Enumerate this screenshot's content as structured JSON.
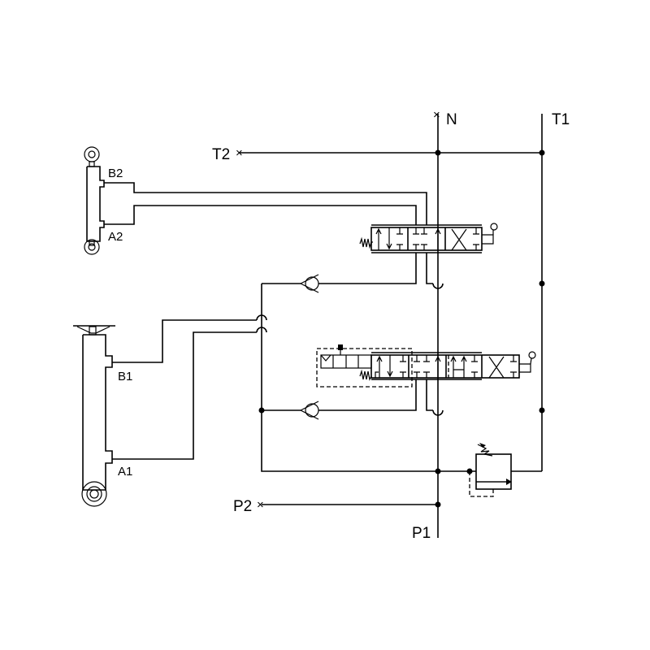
{
  "ports": {
    "N": "N",
    "T1": "T1",
    "T2": "T2",
    "P1": "P1",
    "P2": "P2"
  },
  "cylinder_upper": {
    "port_b": "B2",
    "port_a": "A2"
  },
  "cylinder_lower": {
    "port_b": "B1",
    "port_a": "A1"
  }
}
